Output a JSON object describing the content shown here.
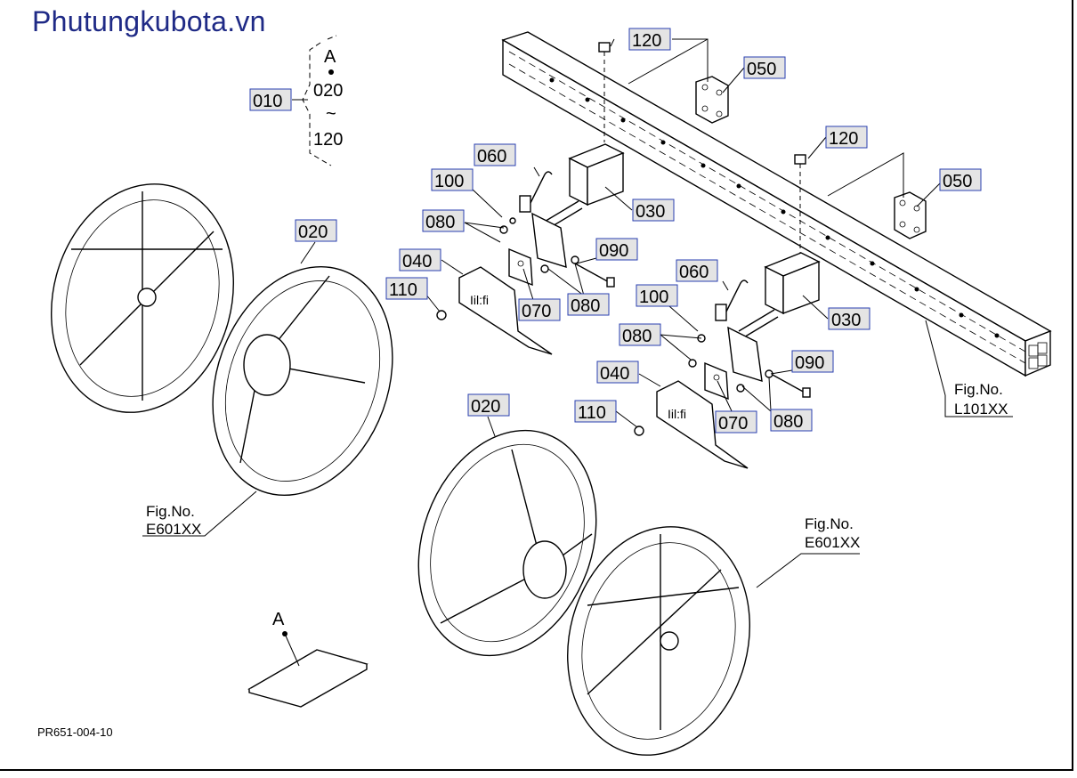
{
  "brand": "Phutungkubota.vn",
  "document_id": "PR651-004-10",
  "kit_bracket": {
    "top": "A",
    "start": "020",
    "tilde": "~",
    "end": "120"
  },
  "kit_sheet_label": "A",
  "callouts": [
    {
      "id": "c010a",
      "text": "010"
    },
    {
      "id": "c120a",
      "text": "120"
    },
    {
      "id": "c050a",
      "text": "050"
    },
    {
      "id": "c120b",
      "text": "120"
    },
    {
      "id": "c050b",
      "text": "050"
    },
    {
      "id": "c060a",
      "text": "060"
    },
    {
      "id": "c100a",
      "text": "100"
    },
    {
      "id": "c030a",
      "text": "030"
    },
    {
      "id": "c080a",
      "text": "080"
    },
    {
      "id": "c090a",
      "text": "090"
    },
    {
      "id": "c040a",
      "text": "040"
    },
    {
      "id": "c110a",
      "text": "110"
    },
    {
      "id": "c070a",
      "text": "070"
    },
    {
      "id": "c080b",
      "text": "080"
    },
    {
      "id": "c060b",
      "text": "060"
    },
    {
      "id": "c100b",
      "text": "100"
    },
    {
      "id": "c030b",
      "text": "030"
    },
    {
      "id": "c080c",
      "text": "080"
    },
    {
      "id": "c090b",
      "text": "090"
    },
    {
      "id": "c040b",
      "text": "040"
    },
    {
      "id": "c110b",
      "text": "110"
    },
    {
      "id": "c070b",
      "text": "070"
    },
    {
      "id": "c080d",
      "text": "080"
    },
    {
      "id": "c020a",
      "text": "020"
    },
    {
      "id": "c020b",
      "text": "020"
    }
  ],
  "figure_refs": [
    {
      "id": "ref-left",
      "line1": "Fig.No.",
      "line2": "E601XX"
    },
    {
      "id": "ref-right",
      "line1": "Fig.No.",
      "line2": "E601XX"
    },
    {
      "id": "ref-frame",
      "line1": "Fig.No.",
      "line2": "L101XX"
    }
  ]
}
